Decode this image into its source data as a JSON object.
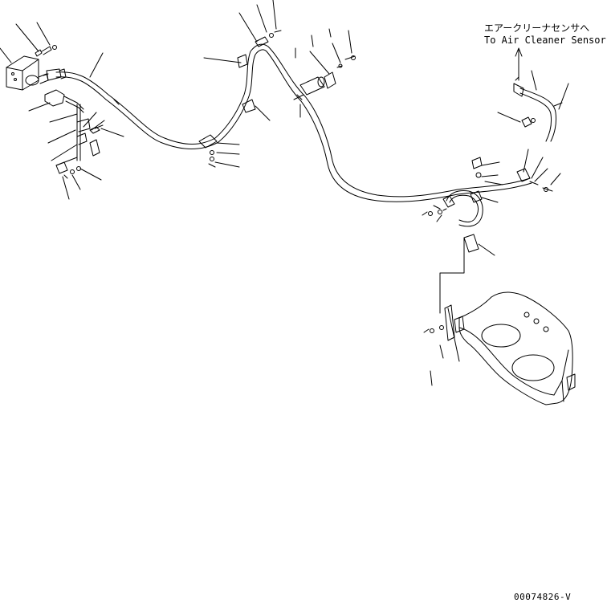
{
  "callout": {
    "jp": "エアークリーナセンサへ",
    "en": "To Air Cleaner Sensor"
  },
  "drawing_number": "00074826-V",
  "colors": {
    "line": "#000000",
    "background": "#ffffff"
  }
}
